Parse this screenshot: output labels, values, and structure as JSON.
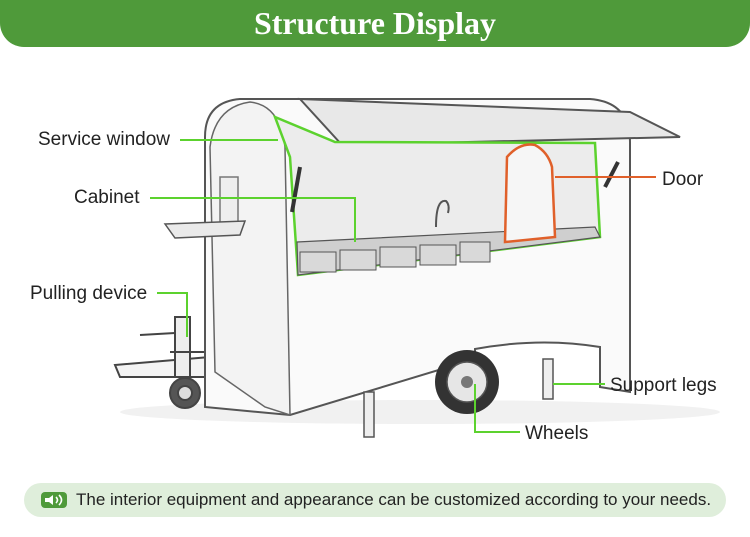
{
  "header": {
    "title": "Structure Display"
  },
  "labels": {
    "service_window": "Service window",
    "cabinet": "Cabinet",
    "pulling_device": "Pulling device",
    "door": "Door",
    "support_legs": "Support legs",
    "wheels": "Wheels"
  },
  "footer": {
    "text": "The interior equipment and appearance can be customized according to your needs."
  },
  "colors": {
    "header_green": "#4f9a3a",
    "highlight_green": "#5cd22e",
    "door_orange": "#e0602a",
    "footer_bg": "#dfeedb"
  },
  "icons": {
    "footer_icon": "speaker-icon"
  }
}
